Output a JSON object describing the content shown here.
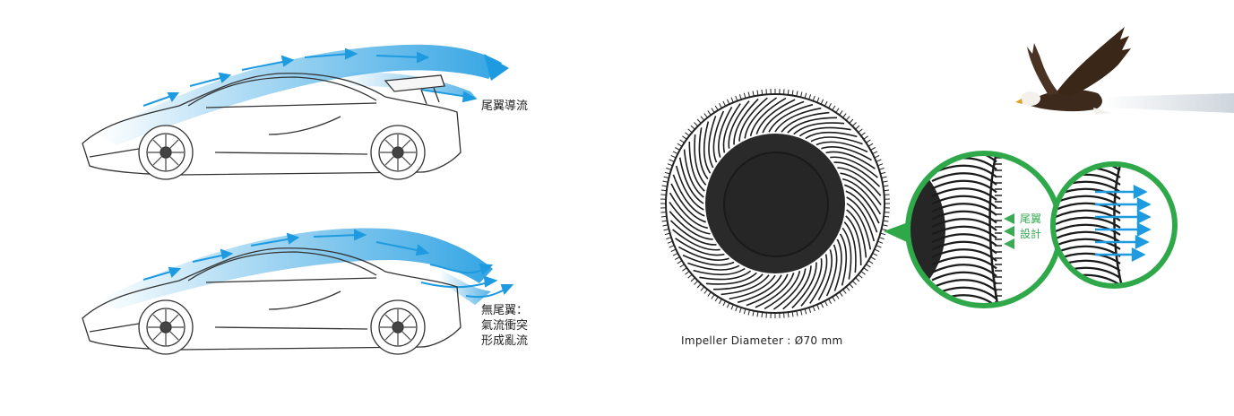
{
  "top_car": {
    "label": "尾翼導流"
  },
  "bottom_car": {
    "label_lines": [
      "無尾翼：",
      "氣流衝突",
      "形成亂流"
    ]
  },
  "zoom": {
    "label_lines": [
      "尾翼",
      "設計"
    ]
  },
  "impeller": {
    "caption": "Impeller Diameter : Ø70 mm"
  },
  "colors": {
    "airflow": "#1e9be0",
    "ring": "#2fa84a",
    "label_green": "#3aaa55",
    "hub": "#2a2a2a"
  },
  "icons": [
    "eagle-icon"
  ]
}
